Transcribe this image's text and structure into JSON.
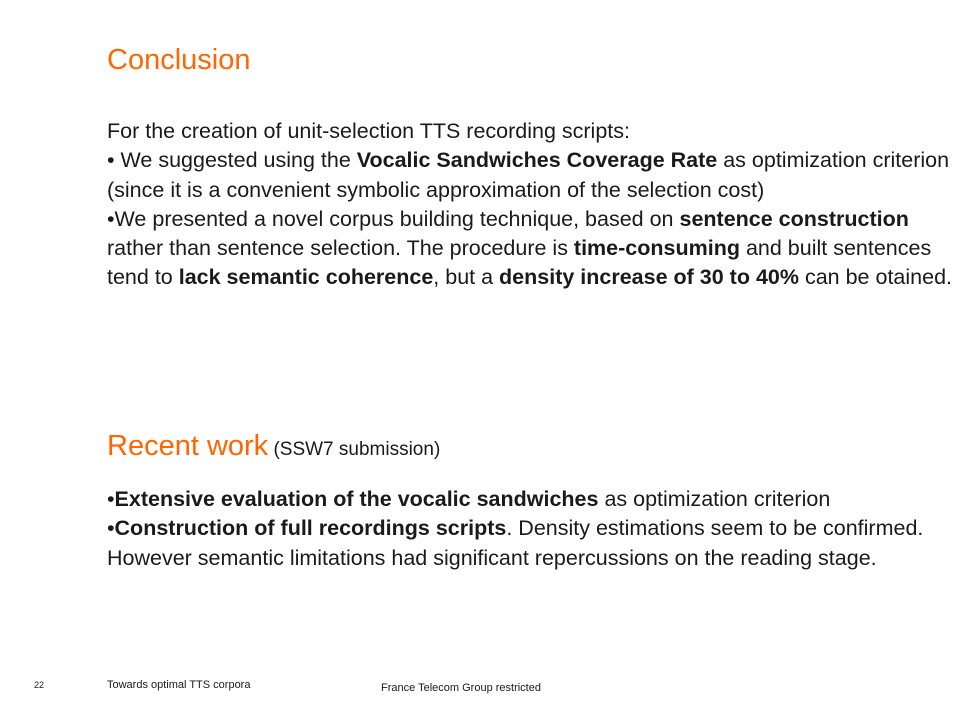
{
  "conclusion": {
    "title": "Conclusion",
    "intro": "For the creation of unit-selection TTS recording scripts:",
    "bullet1": {
      "prefix": "• We suggested using the ",
      "bold1": "Vocalic Sandwiches Coverage Rate",
      "suffix": " as optimization criterion (since it is a convenient symbolic approximation of the selection cost)"
    },
    "bullet2": {
      "t1": "•We presented a novel corpus building technique, based on ",
      "b1": "sentence construction",
      "t2": " rather than sentence selection. The procedure is ",
      "b2": "time-consuming",
      "t3": " and built sentences tend to ",
      "b3": "lack semantic coherence",
      "t4": ", but a ",
      "b4": "density increase of 30 to 40%",
      "t5": " can be otained."
    }
  },
  "recent": {
    "title": "Recent work",
    "note": " (SSW7 submission)",
    "bullet1": {
      "prefix": "•",
      "bold": "Extensive evaluation of the vocalic sandwiches",
      "suffix": " as optimization criterion"
    },
    "bullet2": {
      "prefix": "•",
      "bold": "Construction of full recordings scripts",
      "suffix": ". Density estimations seem to be confirmed. However semantic limitations had significant repercussions on the reading stage."
    }
  },
  "footer": {
    "page_number": "22",
    "title": "Towards optimal TTS corpora",
    "classification": "France Telecom Group restricted"
  },
  "colors": {
    "accent": "#ff6600",
    "text": "#1a1a1a"
  }
}
